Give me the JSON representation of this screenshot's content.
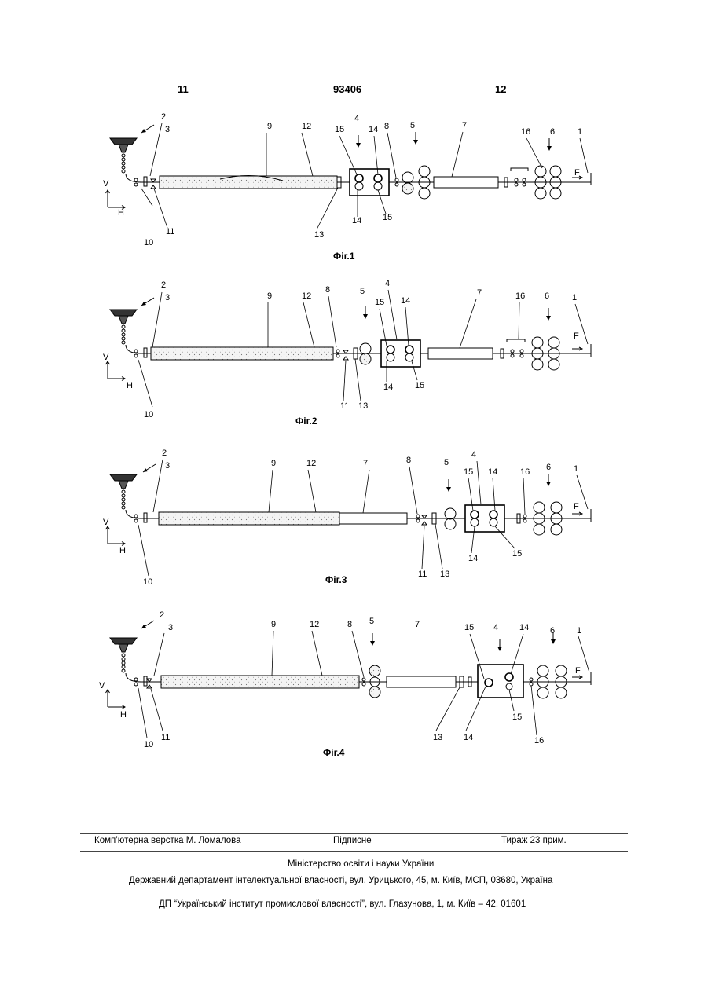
{
  "header": {
    "left_page": "11",
    "patent_number": "93406",
    "right_page": "12"
  },
  "figures": [
    {
      "caption": "Фіг.1",
      "labels": [
        "2",
        "3",
        "9",
        "12",
        "15",
        "4",
        "14",
        "8",
        "5",
        "7",
        "16",
        "6",
        "1",
        "F",
        "V",
        "H",
        "10",
        "11",
        "13",
        "14",
        "15"
      ]
    },
    {
      "caption": "Фіг.2",
      "labels": [
        "2",
        "3",
        "9",
        "12",
        "8",
        "5",
        "4",
        "15",
        "14",
        "7",
        "16",
        "6",
        "1",
        "F",
        "V",
        "H",
        "10",
        "11",
        "13",
        "14",
        "15"
      ]
    },
    {
      "caption": "Фіг.3",
      "labels": [
        "2",
        "3",
        "9",
        "12",
        "7",
        "8",
        "5",
        "4",
        "15",
        "14",
        "16",
        "6",
        "1",
        "F",
        "V",
        "H",
        "10",
        "11",
        "13",
        "14",
        "15"
      ]
    },
    {
      "caption": "Фіг.4",
      "labels": [
        "2",
        "3",
        "9",
        "12",
        "8",
        "5",
        "7",
        "15",
        "4",
        "14",
        "6",
        "1",
        "F",
        "V",
        "H",
        "10",
        "11",
        "13",
        "14",
        "15",
        "16"
      ]
    }
  ],
  "footer": {
    "typesetter": "Комп’ютерна верстка М. Ломалова",
    "signed": "Підписне",
    "circulation": "Тираж 23 прим.",
    "ministry": "Міністерство освіти і науки України",
    "department": "Державний департамент інтелектуальної власності, вул. Урицького, 45, м. Київ, МСП, 03680, Україна",
    "institute": "ДП “Український інститут промислової власності”, вул. Глазунова, 1, м. Київ – 42, 01601"
  }
}
